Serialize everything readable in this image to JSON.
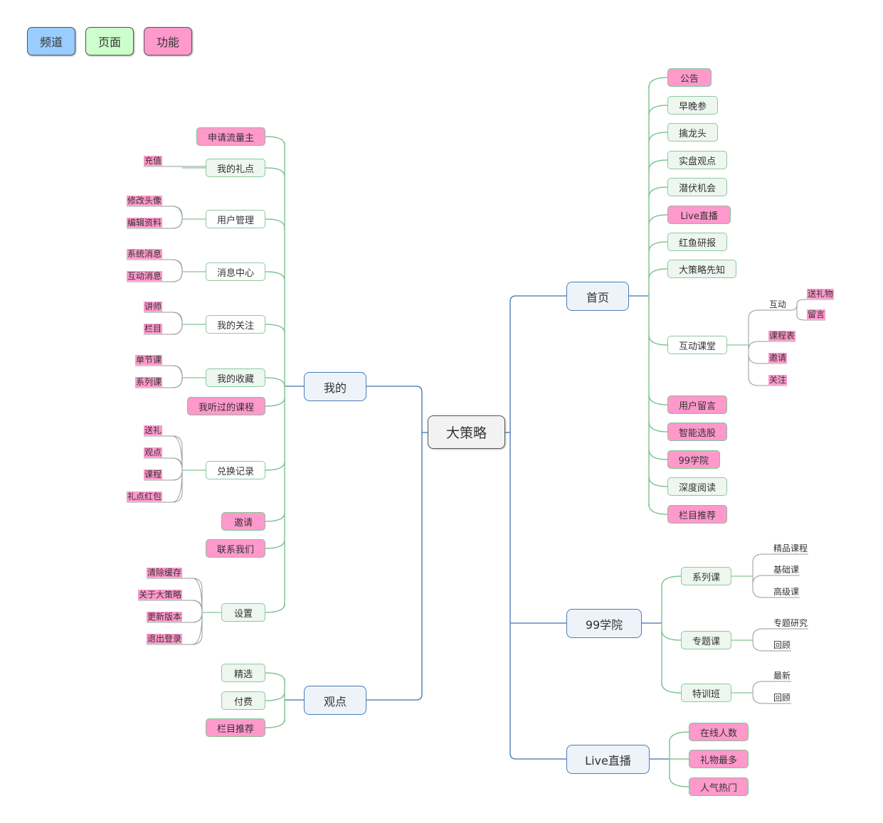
{
  "legend": [
    {
      "label": "频道",
      "color": "#99ccff"
    },
    {
      "label": "页面",
      "color": "#ccffcc"
    },
    {
      "label": "功能",
      "color": "#ff99cc"
    }
  ],
  "colors": {
    "channel_line": "#3f72ad",
    "page_line": "#80c595",
    "leaf_line": "#999999",
    "function_fill": "#ff99cc",
    "page_fill": "#edf6ef",
    "channel_fill": "#eef3fa"
  },
  "root": {
    "label": "大策略"
  },
  "left": [
    {
      "label": "我的",
      "children": [
        {
          "label": "申请流量主",
          "type": "function",
          "leaves": []
        },
        {
          "label": "我的礼点",
          "type": "page",
          "leaves": [
            {
              "label": "充值",
              "type": "function"
            }
          ]
        },
        {
          "label": "用户管理",
          "type": "page-white",
          "leaves": [
            {
              "label": "修改头像",
              "type": "function"
            },
            {
              "label": "编辑资料",
              "type": "function"
            }
          ]
        },
        {
          "label": "消息中心",
          "type": "page-white",
          "leaves": [
            {
              "label": "系统消息",
              "type": "function"
            },
            {
              "label": "互动消息",
              "type": "function"
            }
          ]
        },
        {
          "label": "我的关注",
          "type": "page-white",
          "leaves": [
            {
              "label": "讲师",
              "type": "function"
            },
            {
              "label": "栏目",
              "type": "function"
            }
          ]
        },
        {
          "label": "我的收藏",
          "type": "page",
          "leaves": [
            {
              "label": "单节课",
              "type": "function"
            },
            {
              "label": "系列课",
              "type": "function"
            }
          ]
        },
        {
          "label": "我听过的课程",
          "type": "function",
          "leaves": []
        },
        {
          "label": "兑换记录",
          "type": "page-white",
          "leaves": [
            {
              "label": "送礼",
              "type": "function"
            },
            {
              "label": "观点",
              "type": "function"
            },
            {
              "label": "课程",
              "type": "function"
            },
            {
              "label": "礼点红包",
              "type": "function"
            }
          ]
        },
        {
          "label": "邀请",
          "type": "function",
          "leaves": []
        },
        {
          "label": "联系我们",
          "type": "function",
          "leaves": []
        },
        {
          "label": "设置",
          "type": "page",
          "leaves": [
            {
              "label": "清除缓存",
              "type": "function"
            },
            {
              "label": "关于大策略",
              "type": "function"
            },
            {
              "label": "更新版本",
              "type": "function"
            },
            {
              "label": "退出登录",
              "type": "function"
            }
          ]
        }
      ]
    },
    {
      "label": "观点",
      "children": [
        {
          "label": "精选",
          "type": "page",
          "leaves": []
        },
        {
          "label": "付费",
          "type": "page",
          "leaves": []
        },
        {
          "label": "栏目推荐",
          "type": "function",
          "leaves": []
        }
      ]
    }
  ],
  "right": [
    {
      "label": "首页",
      "children": [
        {
          "label": "公告",
          "type": "function",
          "leaves": []
        },
        {
          "label": "早晚参",
          "type": "page",
          "leaves": []
        },
        {
          "label": "擒龙头",
          "type": "page",
          "leaves": []
        },
        {
          "label": "实盘观点",
          "type": "page",
          "leaves": []
        },
        {
          "label": "潜伏机会",
          "type": "page",
          "leaves": []
        },
        {
          "label": "Live直播",
          "type": "function",
          "leaves": []
        },
        {
          "label": "红鱼研报",
          "type": "page",
          "leaves": []
        },
        {
          "label": "大策略先知",
          "type": "page",
          "leaves": []
        },
        {
          "label": "互动课堂",
          "type": "page-white",
          "leaves": [
            {
              "label": "互动",
              "type": "plain",
              "leaves": [
                {
                  "label": "送礼物",
                  "type": "function"
                },
                {
                  "label": "留言",
                  "type": "function"
                }
              ]
            },
            {
              "label": "课程表",
              "type": "function"
            },
            {
              "label": "邀请",
              "type": "function"
            },
            {
              "label": "关注",
              "type": "function"
            }
          ]
        },
        {
          "label": "用户留言",
          "type": "function",
          "leaves": []
        },
        {
          "label": "智能选股",
          "type": "function",
          "leaves": []
        },
        {
          "label": "99学院",
          "type": "function",
          "leaves": []
        },
        {
          "label": "深度阅读",
          "type": "page",
          "leaves": []
        },
        {
          "label": "栏目推荐",
          "type": "function",
          "leaves": []
        }
      ]
    },
    {
      "label": "99学院",
      "children": [
        {
          "label": "系列课",
          "type": "page",
          "leaves": [
            {
              "label": "精品课程",
              "type": "plain"
            },
            {
              "label": "基础课",
              "type": "plain"
            },
            {
              "label": "高级课",
              "type": "plain"
            }
          ]
        },
        {
          "label": "专题课",
          "type": "page",
          "leaves": [
            {
              "label": "专题研究",
              "type": "plain"
            },
            {
              "label": "回顾",
              "type": "plain"
            }
          ]
        },
        {
          "label": "特训班",
          "type": "page",
          "leaves": [
            {
              "label": "最新",
              "type": "plain"
            },
            {
              "label": "回顾",
              "type": "plain"
            }
          ]
        }
      ]
    },
    {
      "label": "Live直播",
      "children": [
        {
          "label": "在线人数",
          "type": "function",
          "leaves": []
        },
        {
          "label": "礼物最多",
          "type": "function",
          "leaves": []
        },
        {
          "label": "人气热门",
          "type": "function",
          "leaves": []
        }
      ]
    }
  ]
}
